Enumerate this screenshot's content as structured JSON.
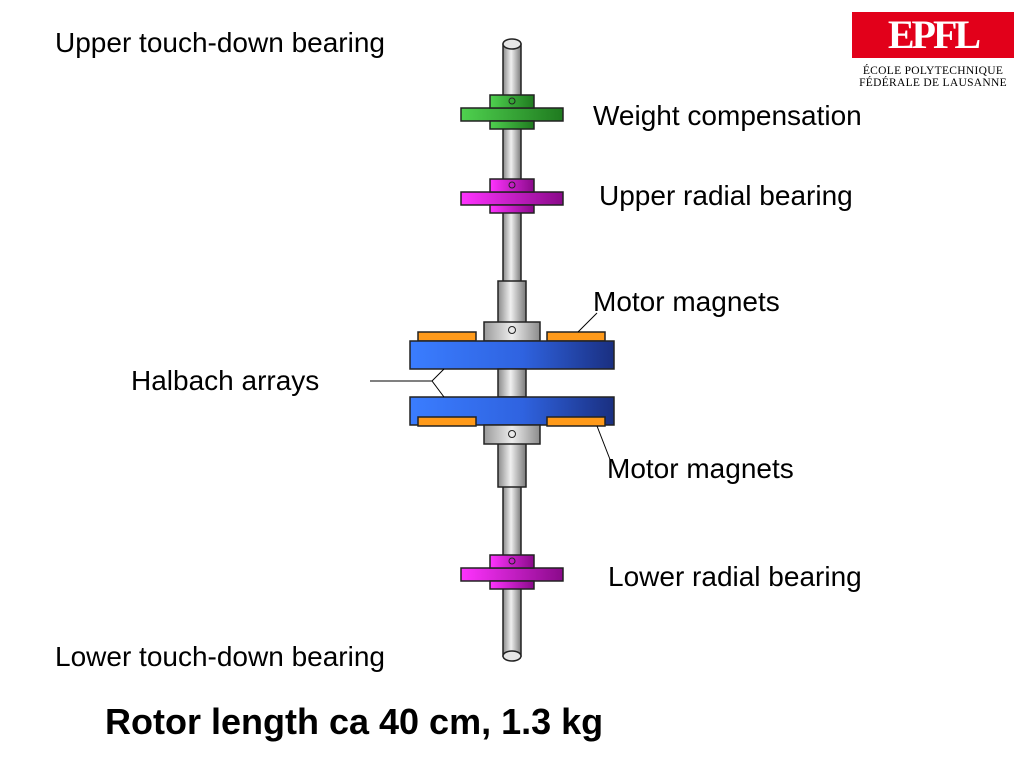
{
  "labels": {
    "upper_touchdown": "Upper touch-down bearing",
    "weight_compensation": "Weight compensation",
    "upper_radial": "Upper radial bearing",
    "motor_magnets_upper": "Motor magnets",
    "halbach_arrays": "Halbach arrays",
    "motor_magnets_lower": "Motor magnets",
    "lower_radial": "Lower radial bearing",
    "lower_touchdown": "Lower touch-down bearing"
  },
  "caption": "Rotor length ca 40 cm, 1.3 kg",
  "logo": {
    "mark": "EPFL",
    "line1": "ÉCOLE POLYTECHNIQUE",
    "line2": "FÉDÉRALE DE LAUSANNE"
  },
  "colors": {
    "weight_compensation": "#3fbf3f",
    "radial_bearing": "#e01ee0",
    "halbach_array": "#2f6ef0",
    "motor_magnet": "#ff9a1a",
    "shaft": "#c8c8c8",
    "logo": "#e2001a"
  }
}
